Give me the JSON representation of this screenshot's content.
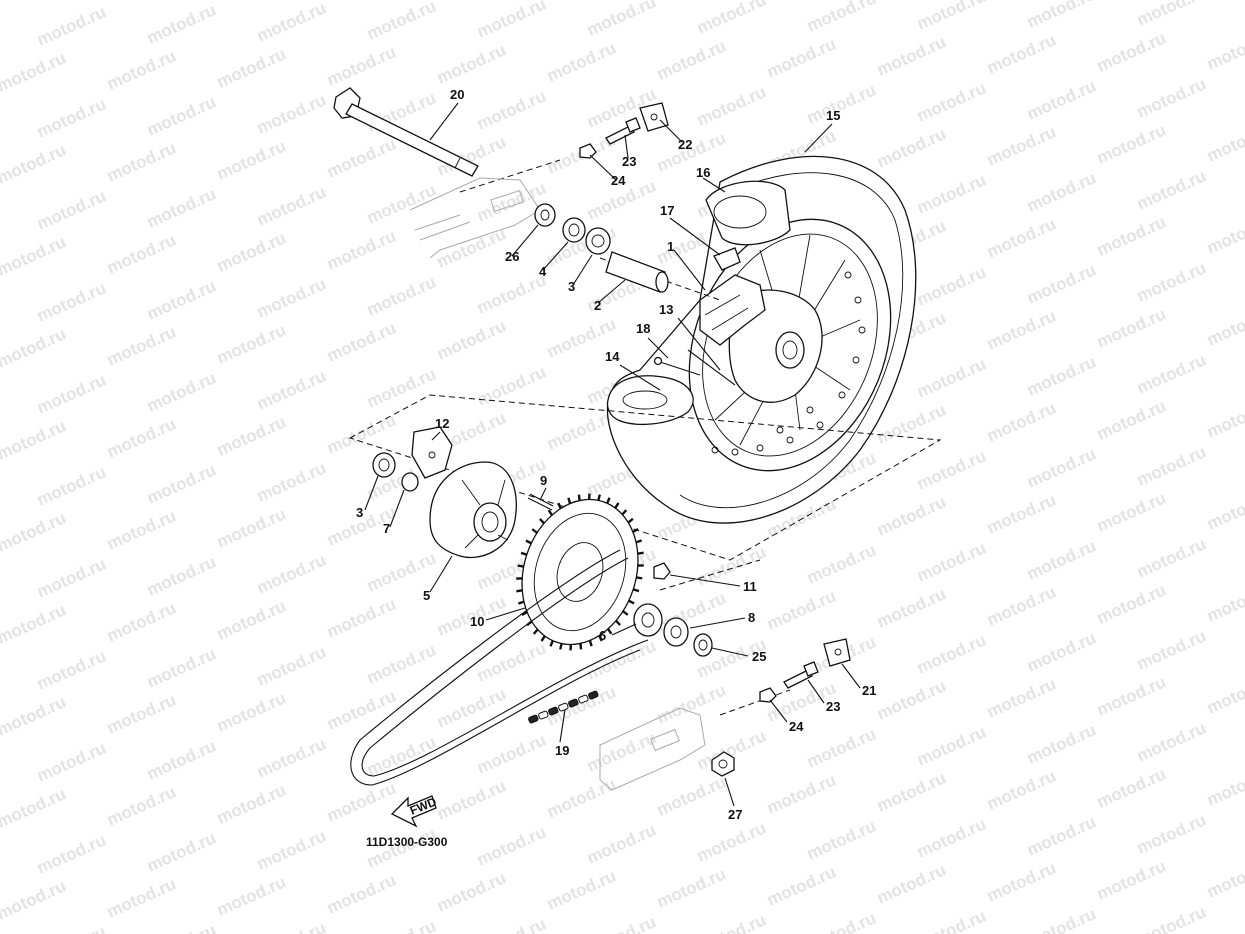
{
  "watermark": {
    "text": "motod.ru",
    "color": "#e3e3e3"
  },
  "diagram": {
    "code": "11D1300-G300",
    "fwd_text": "FWD",
    "callouts": [
      {
        "id": "c1",
        "text": "1"
      },
      {
        "id": "c2",
        "text": "2"
      },
      {
        "id": "c3a",
        "text": "3"
      },
      {
        "id": "c3b",
        "text": "3"
      },
      {
        "id": "c4",
        "text": "4"
      },
      {
        "id": "c5",
        "text": "5"
      },
      {
        "id": "c6",
        "text": "6"
      },
      {
        "id": "c7",
        "text": "7"
      },
      {
        "id": "c8",
        "text": "8"
      },
      {
        "id": "c9",
        "text": "9"
      },
      {
        "id": "c10",
        "text": "10"
      },
      {
        "id": "c11",
        "text": "11"
      },
      {
        "id": "c12",
        "text": "12"
      },
      {
        "id": "c13",
        "text": "13"
      },
      {
        "id": "c14",
        "text": "14"
      },
      {
        "id": "c15",
        "text": "15"
      },
      {
        "id": "c16",
        "text": "16"
      },
      {
        "id": "c17",
        "text": "17"
      },
      {
        "id": "c18",
        "text": "18"
      },
      {
        "id": "c19",
        "text": "19"
      },
      {
        "id": "c20",
        "text": "20"
      },
      {
        "id": "c21",
        "text": "21"
      },
      {
        "id": "c22",
        "text": "22"
      },
      {
        "id": "c23a",
        "text": "23"
      },
      {
        "id": "c23b",
        "text": "23"
      },
      {
        "id": "c24a",
        "text": "24"
      },
      {
        "id": "c24b",
        "text": "24"
      },
      {
        "id": "c25",
        "text": "25"
      },
      {
        "id": "c26",
        "text": "26"
      },
      {
        "id": "c27",
        "text": "27"
      }
    ]
  }
}
